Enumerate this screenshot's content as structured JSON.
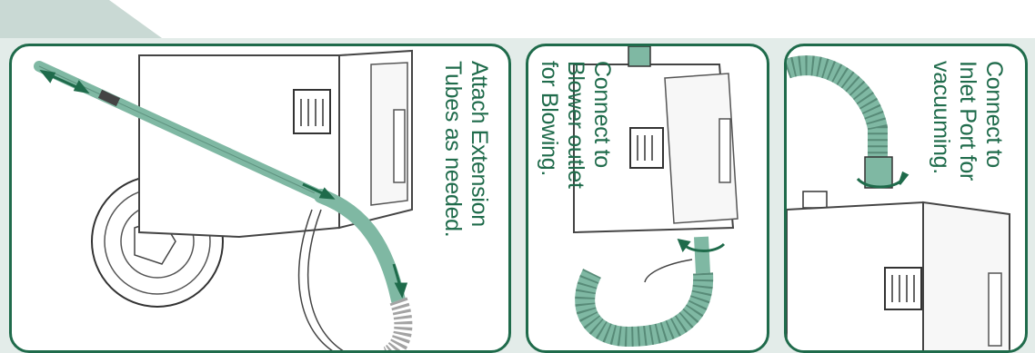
{
  "panels": [
    {
      "id": "extension-tubes",
      "caption_lines": [
        "Attach Extension",
        "Tubes as needed."
      ]
    },
    {
      "id": "blower-outlet",
      "caption_lines": [
        "Connect to",
        "Blower outlet",
        "for Blowing."
      ]
    },
    {
      "id": "inlet-port",
      "caption_lines": [
        "Connect to",
        "Inlet Port for",
        "vacuuming."
      ]
    }
  ],
  "colors": {
    "accent": "#1f6b4b",
    "tube": "#7fb8a3",
    "background": "#e3ece9",
    "corner_block": "#c9d9d4"
  }
}
